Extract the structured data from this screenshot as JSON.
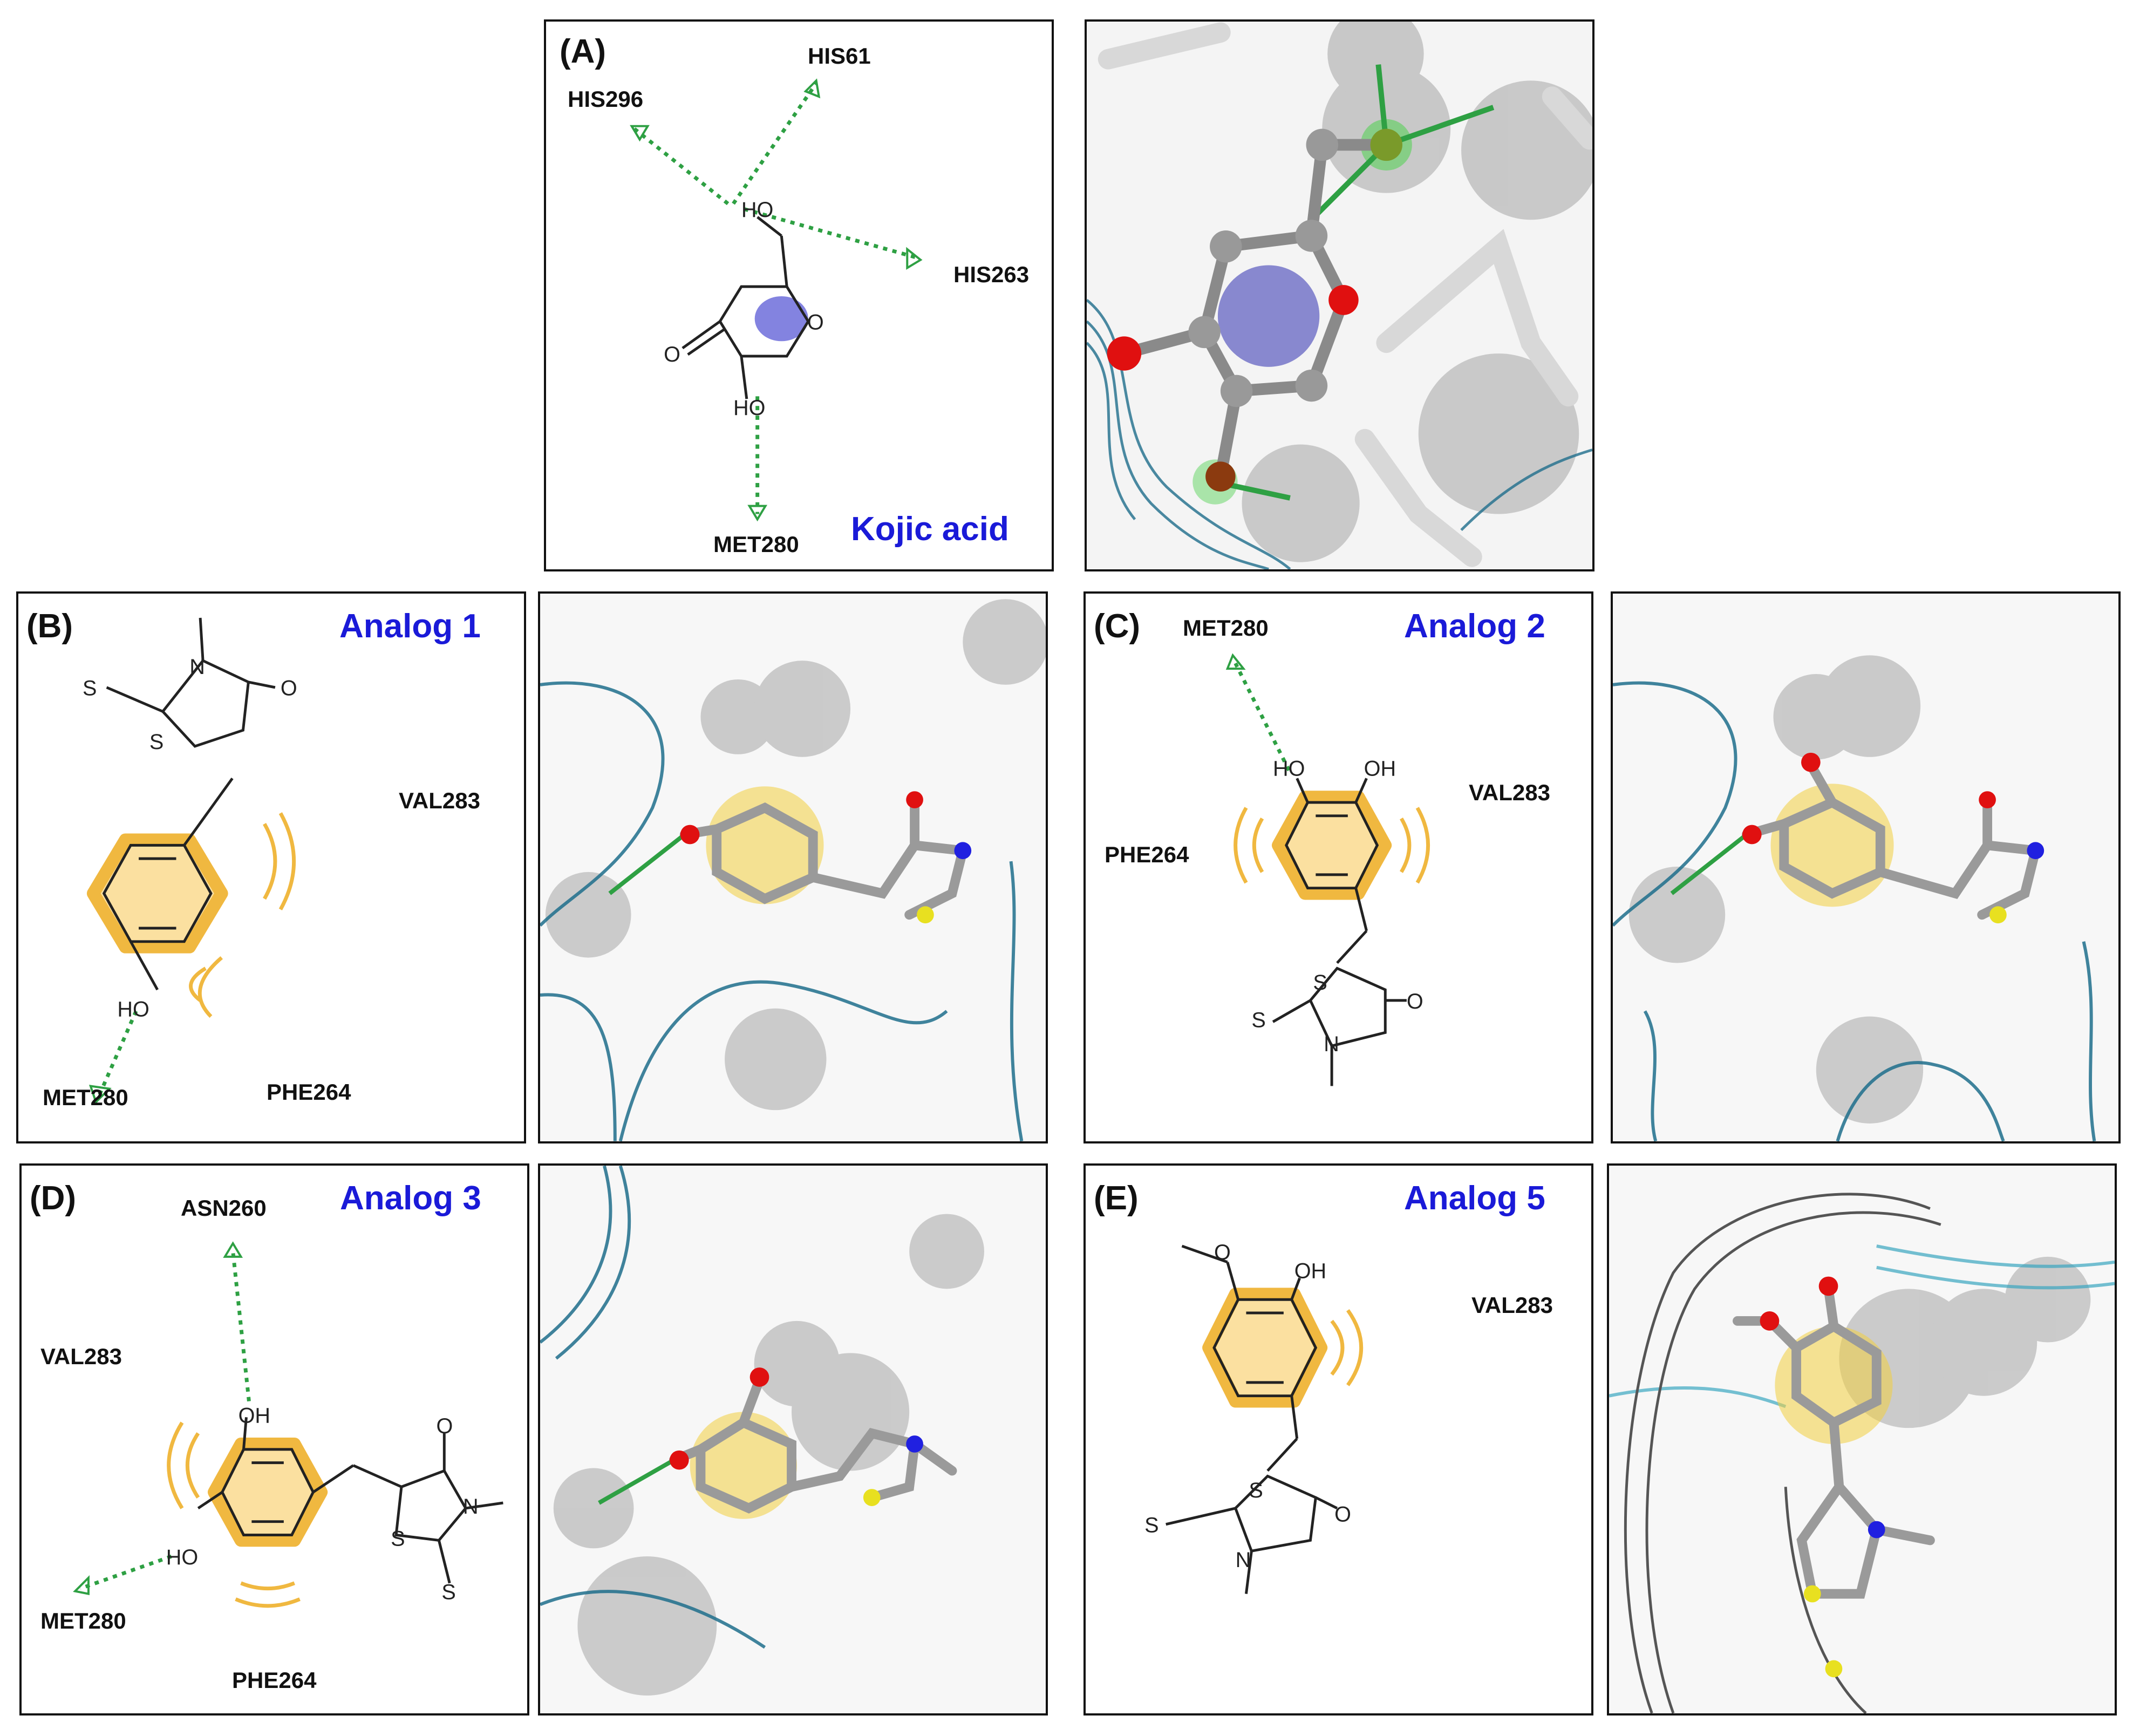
{
  "panels": {
    "A": {
      "tag": "(A)",
      "compound": "Kojic acid",
      "residues": [
        "HIS61",
        "HIS296",
        "HIS263",
        "MET280"
      ],
      "atoms": {
        "ho1": "HO",
        "ho2": "HO",
        "o_ring": "O",
        "o_keto": "O"
      }
    },
    "B": {
      "tag": "(B)",
      "compound": "Analog 1",
      "residues": [
        "VAL283",
        "MET280",
        "PHE264"
      ],
      "atoms": {
        "s_thione": "S",
        "n": "N",
        "o": "O",
        "s_ring": "S",
        "ho": "HO"
      }
    },
    "C": {
      "tag": "(C)",
      "compound": "Analog 2",
      "residues": [
        "MET280",
        "VAL283",
        "PHE264"
      ],
      "atoms": {
        "ho": "HO",
        "oh": "OH",
        "s_ring": "S",
        "s_thione": "S",
        "n": "N",
        "o": "O"
      }
    },
    "D": {
      "tag": "(D)",
      "compound": "Analog 3",
      "residues": [
        "ASN260",
        "VAL283",
        "MET280",
        "PHE264"
      ],
      "atoms": {
        "oh": "OH",
        "ho": "HO",
        "o": "O",
        "n": "N",
        "s_ring": "S",
        "s_thione": "S"
      }
    },
    "E": {
      "tag": "(E)",
      "compound": "Analog 5",
      "residues": [
        "VAL283"
      ],
      "atoms": {
        "o_me": "O",
        "oh": "OH",
        "s_ring": "S",
        "s_thione": "S",
        "n": "N",
        "o": "O"
      }
    }
  },
  "colors": {
    "hbond": "#2ea043",
    "hydrophobic": "#f0b840",
    "aromatic_halo": "#fbe0a0",
    "label_blue": "#1a1ad8",
    "ribbon": "#1f6e8c",
    "carbon": "#9a9a9a",
    "oxygen": "#e01010",
    "nitrogen": "#2020e0",
    "sulfur": "#e8e020"
  }
}
